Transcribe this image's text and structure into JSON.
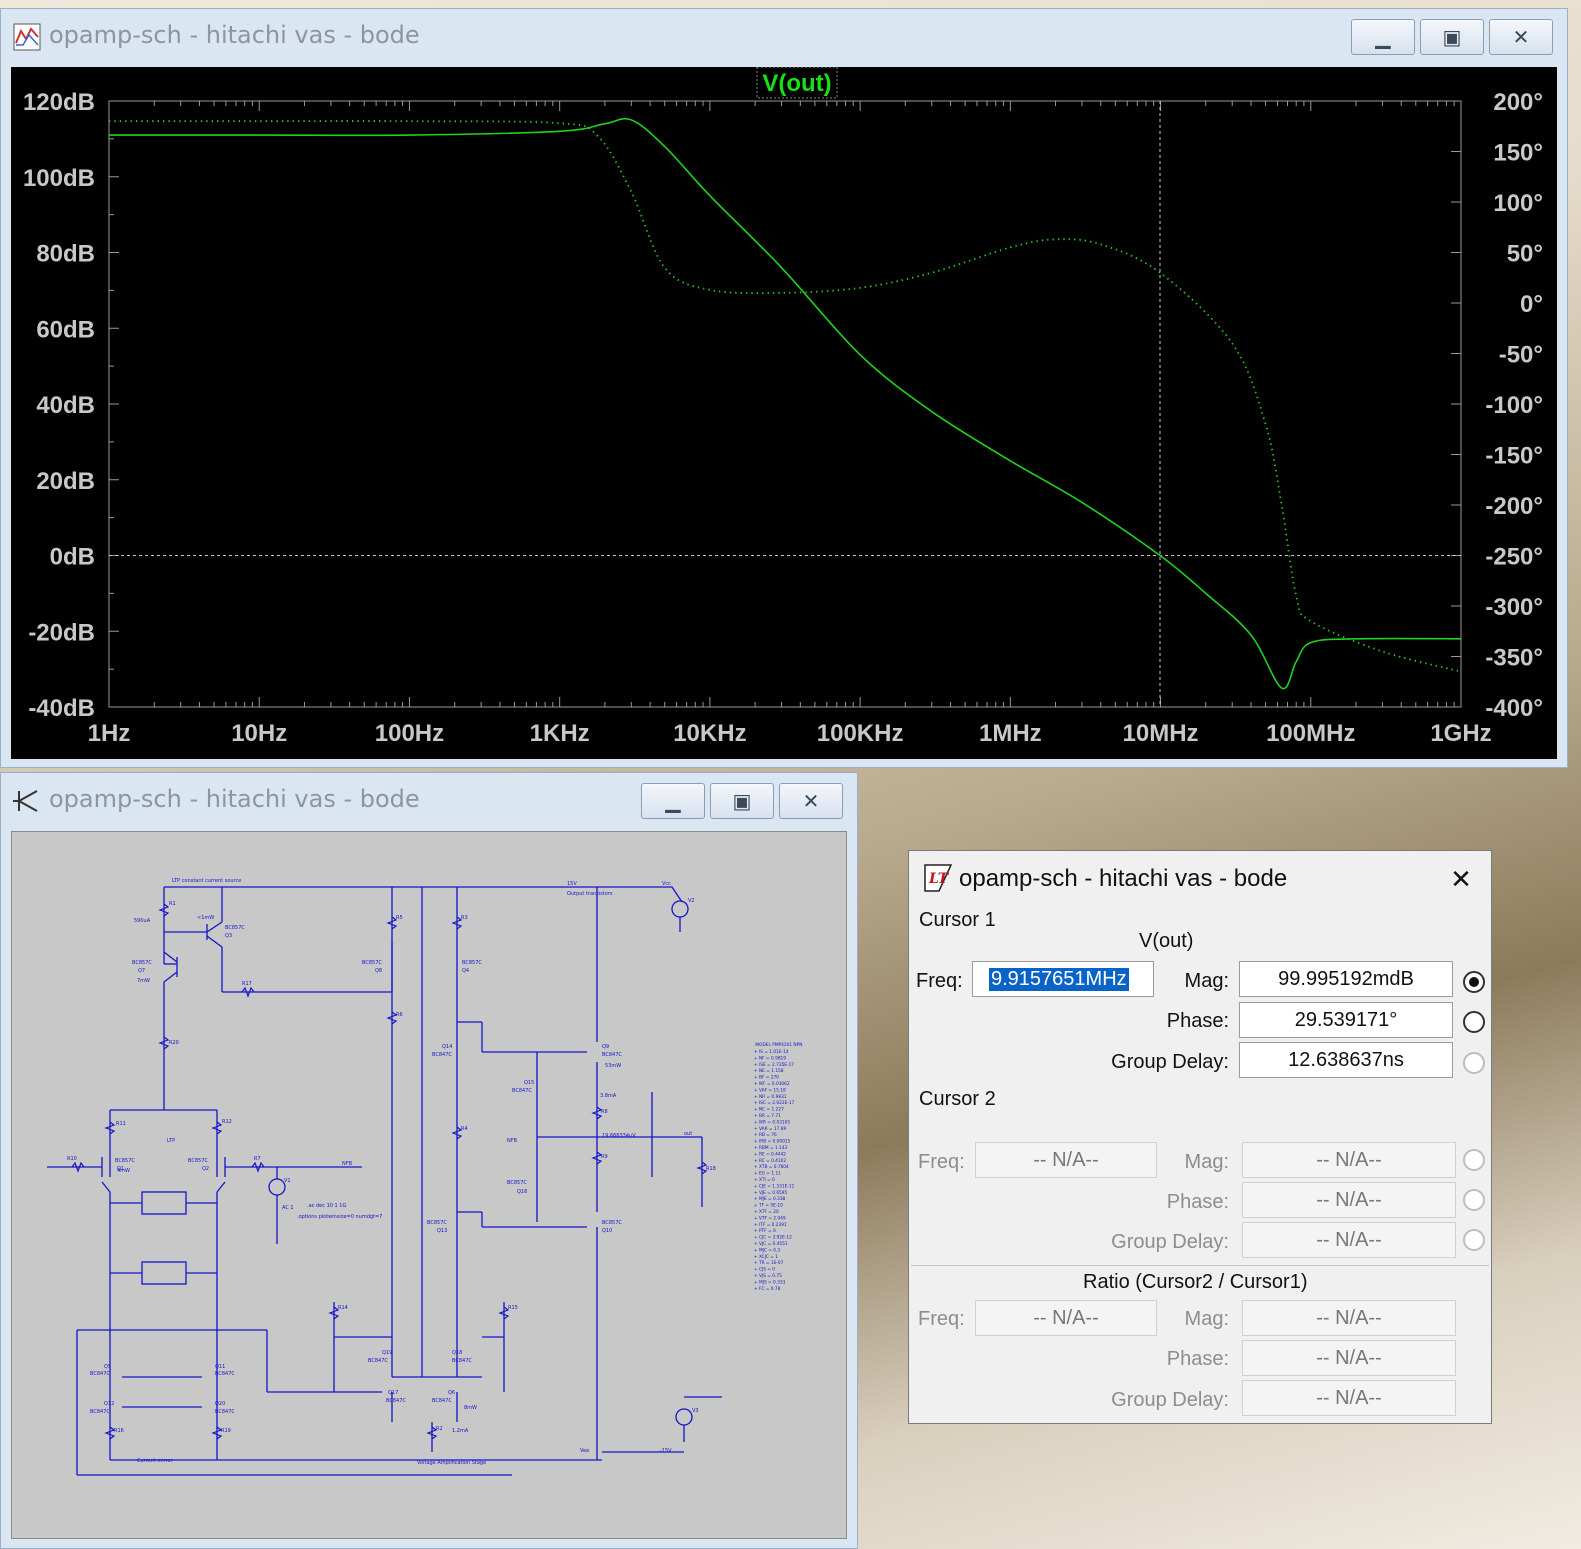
{
  "bode_window": {
    "title": "opamp-sch - hitachi vas - bode",
    "trace_label": "V(out)",
    "left_ticks": [
      "120dB",
      "100dB",
      "80dB",
      "60dB",
      "40dB",
      "20dB",
      "0dB",
      "-20dB",
      "-40dB"
    ],
    "right_ticks": [
      "200°",
      "150°",
      "100°",
      "50°",
      "0°",
      "-50°",
      "-100°",
      "-150°",
      "-200°",
      "-250°",
      "-300°",
      "-350°",
      "-400°"
    ],
    "x_ticks": [
      "1Hz",
      "10Hz",
      "100Hz",
      "1KHz",
      "10KHz",
      "100KHz",
      "1MHz",
      "10MHz",
      "100MHz",
      "1GHz"
    ]
  },
  "chart_data": {
    "type": "line",
    "title": "V(out)",
    "x_scale": "log",
    "xlim": [
      1,
      1000000000
    ],
    "ylim_left": [
      -40,
      120
    ],
    "ylim_right": [
      -400,
      200
    ],
    "cursor_x": 9915765.1,
    "cursor_y": 0,
    "series": [
      {
        "name": "V(out)",
        "axis": "left",
        "style": "solid",
        "x": [
          1,
          10,
          100,
          1000,
          2000,
          3000,
          5000,
          10000,
          30000,
          100000,
          300000,
          1000000,
          3000000,
          9915765,
          20000000,
          40000000,
          64000000,
          80000000,
          100000000,
          200000000,
          1000000000
        ],
        "y": [
          111,
          111,
          111,
          112,
          114,
          115,
          108,
          95,
          76,
          53,
          38,
          25,
          14,
          0,
          -10,
          -21,
          -35,
          -28,
          -23,
          -22,
          -22
        ]
      },
      {
        "name": "V(out) phase",
        "axis": "right",
        "style": "dotted",
        "x": [
          1,
          10,
          100,
          1000,
          1800,
          3000,
          5000,
          10000,
          30000,
          100000,
          300000,
          1000000,
          2000000,
          4000000,
          9915765,
          30000000,
          50000000,
          64000000,
          80000000,
          100000000,
          300000000,
          1000000000
        ],
        "y": [
          180,
          180,
          180,
          178,
          165,
          110,
          35,
          13,
          10,
          15,
          30,
          55,
          63,
          58,
          30,
          -40,
          -120,
          -200,
          -290,
          -315,
          -345,
          -365
        ]
      }
    ]
  },
  "schematic_window": {
    "title": "opamp-sch - hitachi vas - bode",
    "labels": {
      "ltp_source": "LTP constant current source",
      "output_transistors": "Output transistors",
      "ltp": "LTP",
      "current_mirror": "Current mirror",
      "vas": "Voltage Amplification Stage",
      "ac_directive": ".ac dec 10 1 1G",
      "options_directive": ".options plotwinsize=0 numdgt=7",
      "vcc": "Vcc",
      "vee": "Vee",
      "v15": "15V",
      "vneg15": "-15V",
      "npb": "NFB",
      "out": "out",
      "ac1": "AC 1",
      "q1": "Q1",
      "q2": "Q2",
      "q3": "Q3",
      "q4": "Q4",
      "q5": "Q5",
      "q6": "Q6",
      "q7": "Q7",
      "q8": "Q8",
      "q9": "Q9",
      "q10": "Q10",
      "q11": "Q11",
      "q12": "Q12",
      "q13": "Q13",
      "q14": "Q14",
      "q15": "Q15",
      "q16": "Q16",
      "q17": "Q17",
      "q18": "Q18",
      "q19": "Q19",
      "q20": "Q20",
      "bc857": "BC857C",
      "bc847": "BC847C",
      "r1": "R1",
      "r2": "R2",
      "r3": "R3",
      "r4": "R4",
      "r5": "R5",
      "r6": "R6",
      "r7": "R7",
      "r8": "R8",
      "r9": "R9",
      "r10": "R10",
      "r11": "R11",
      "r12": "R12",
      "r14": "R14",
      "r15": "R15",
      "r16": "R16",
      "r17": "R17",
      "r18": "R18",
      "r19": "R19",
      "r20": "R20",
      "v1": "V1",
      "v2": "V2",
      "v3": "V3",
      "model_pnp": ".MODEL PMP4201 NPN",
      "pw590": "590uA",
      "pw4mw": "4mW",
      "pw7mw": "7mW",
      "pw1mw": "<1mW",
      "pw53": "53mW",
      "i38": "3.8mA",
      "i12": "1.2mA",
      "pw8": "8mW",
      "vfb": "19.666334uV"
    },
    "model_lines": [
      "+ IS = 1.01E-14",
      "+ NF = 0.9819",
      "+ ISE = 2.735E-17",
      "+ NE = 1.158",
      "+ BF = 270",
      "+ IKF = 0.03062",
      "+ VAF = 15.18",
      "+ NR = 0.9831",
      "+ ISC = 2.622E-17",
      "+ NC = 1.227",
      "+ BR = 7.71",
      "+ IKR = 0.03105",
      "+ VAR = 17.89",
      "+ RB = 76",
      "+ IRB = 0.00015",
      "+ RBM = 1.143",
      "+ RE = 0.4442",
      "+ RC = 0.4102",
      "+ XTB = 0.7604",
      "+ EG = 1.11",
      "+ XTI = 0",
      "+ CJE = 1.331E-11",
      "+ VJE = 0.6595",
      "+ MJE = 0.338",
      "+ TF = 5E-10",
      "+ XTF = 20",
      "+ VTF = 2.949",
      "+ ITF = 0.2391",
      "+ PTF = 0",
      "+ CJC = 3.92E-12",
      "+ VJC = 0.4551",
      "+ MJC = 0.3",
      "+ XCJC = 1",
      "+ TR = 1E-07",
      "+ CJS = 0",
      "+ VJS = 0.75",
      "+ MJS = 0.333",
      "+ FC = 0.78"
    ]
  },
  "cursor_dialog": {
    "title": "opamp-sch - hitachi vas - bode",
    "cursor1_header": "Cursor 1",
    "trace": "V(out)",
    "freq_label": "Freq:",
    "mag_label": "Mag:",
    "phase_label": "Phase:",
    "group_delay_label": "Group Delay:",
    "cursor1": {
      "freq": "9.9157651MHz",
      "mag": "99.995192mdB",
      "phase": "29.539171°",
      "group_delay": "12.638637ns"
    },
    "cursor2_header": "Cursor 2",
    "cursor2": {
      "freq": "-- N/A--",
      "mag": "-- N/A--",
      "phase": "-- N/A--",
      "group_delay": "-- N/A--"
    },
    "ratio_header": "Ratio (Cursor2 / Cursor1)",
    "ratio": {
      "freq": "-- N/A--",
      "mag": "-- N/A--",
      "phase": "-- N/A--",
      "group_delay": "-- N/A--"
    },
    "close_symbol": "✕"
  }
}
